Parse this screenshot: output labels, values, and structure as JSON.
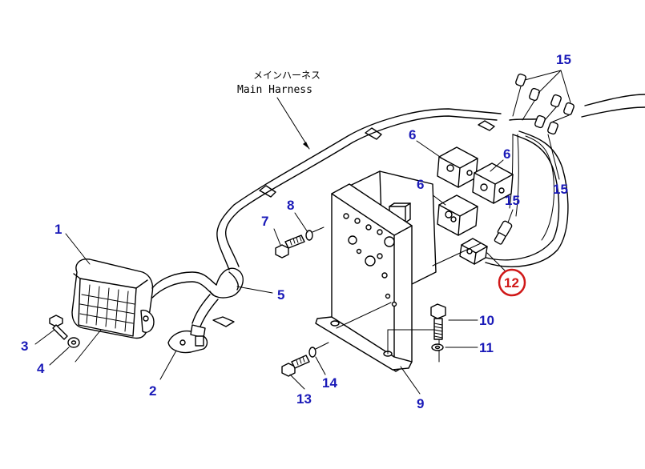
{
  "caption": {
    "jp": "メインハーネス",
    "en": "Main Harness"
  },
  "highlight": {
    "color": "#d01818",
    "callout": "12"
  },
  "callouts": {
    "c1": "1",
    "c2": "2",
    "c3": "3",
    "c4": "4",
    "c5": "5",
    "c6a": "6",
    "c6b": "6",
    "c6c": "6",
    "c7": "7",
    "c8": "8",
    "c9": "9",
    "c10": "10",
    "c11": "11",
    "c13": "13",
    "c14": "14",
    "c15a": "15",
    "c15b": "15",
    "c15c": "15"
  },
  "colors": {
    "callout": "#1a1ab8",
    "line": "#000000"
  }
}
